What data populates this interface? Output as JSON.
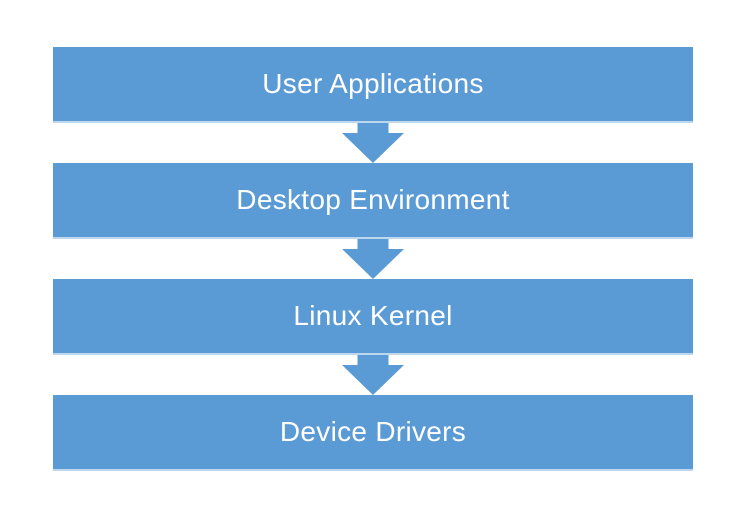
{
  "diagram": {
    "type": "layered-stack",
    "layers": [
      {
        "label": "User Applications"
      },
      {
        "label": "Desktop Environment"
      },
      {
        "label": "Linux Kernel"
      },
      {
        "label": "Device Drivers"
      }
    ],
    "connector": "down-arrow",
    "colors": {
      "bar_fill": "#5b9bd5",
      "bar_edge": "#bdd7ee",
      "arrow_fill": "#5b9bd5",
      "text": "#ffffff",
      "background": "#ffffff"
    }
  }
}
